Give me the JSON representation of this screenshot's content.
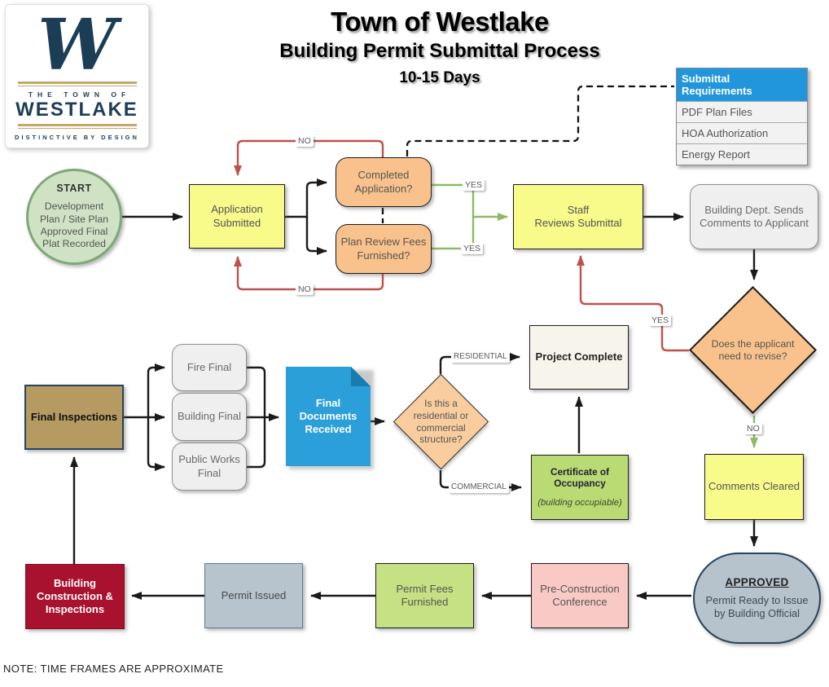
{
  "title": {
    "line1": "Town of Westlake",
    "line2": "Building Permit Submittal Process",
    "line3": "10-15 Days"
  },
  "logo": {
    "monogram": "W",
    "town_line": "THE TOWN OF",
    "name": "WESTLAKE",
    "tagline": "DISTINCTIVE BY DESIGN",
    "navy": "#1C3D56",
    "gold": "#C3A869"
  },
  "requirements_table": {
    "header": "Submittal Requirements",
    "header_bg": "#2196DC",
    "rows": [
      "PDF Plan Files",
      "HOA Authorization",
      "Energy Report"
    ]
  },
  "nodes": {
    "start": {
      "title": "START",
      "body": "Development\nPlan / Site Plan\nApproved Final\nPlat Recorded"
    },
    "application_submitted": {
      "label": "Application\nSubmitted"
    },
    "completed_application": {
      "label": "Completed\nApplication?"
    },
    "plan_review_fees": {
      "label": "Plan Review Fees\nFurnished?"
    },
    "staff_reviews": {
      "label": "Staff\nReviews Submittal"
    },
    "building_dept_comments": {
      "label": "Building Dept. Sends\nComments to Applicant"
    },
    "need_to_revise": {
      "label": "Does the applicant\nneed to revise?"
    },
    "comments_cleared": {
      "label": "Comments Cleared"
    },
    "approved": {
      "title": "APPROVED",
      "body": "Permit Ready to Issue\nby Building Official"
    },
    "final_inspections": {
      "label": "Final Inspections"
    },
    "fire_final": {
      "label": "Fire Final"
    },
    "building_final": {
      "label": "Building Final"
    },
    "public_works_final": {
      "label": "Public Works\nFinal"
    },
    "final_documents": {
      "label": "Final\nDocuments\nReceived"
    },
    "structure_type": {
      "label": "Is this a\nresidential or\ncommercial\nstructure?"
    },
    "project_complete": {
      "label": "Project Complete"
    },
    "certificate_occupancy": {
      "title": "Certificate of\nOccupancy",
      "sub": "(building occupiable)"
    },
    "building_construction": {
      "label": "Building\nConstruction &\nInspections"
    },
    "permit_issued": {
      "label": "Permit Issued"
    },
    "permit_fees": {
      "label": "Permit Fees\nFurnished"
    },
    "pre_construction": {
      "label": "Pre-Construction\nConference"
    }
  },
  "edge_labels": {
    "no_top": "NO",
    "no_bottom": "NO",
    "yes_top": "YES",
    "yes_bottom": "YES",
    "yes_revise": "YES",
    "no_revise": "NO",
    "residential": "RESIDENTIAL",
    "commercial": "COMMERCIAL"
  },
  "colors": {
    "arrow_black": "#1a1a1a",
    "arrow_red": "#BF514D",
    "arrow_green": "#8CBA66",
    "node_yellow": "#F8FA8A",
    "node_orange": "#F9C28C",
    "node_blue_doc": "#2B9FD9",
    "node_crimson": "#A8122F",
    "node_tan": "#B59A62",
    "node_slate": "#B7C3CD"
  },
  "note": "NOTE: TIME FRAMES ARE APPROXIMATE"
}
